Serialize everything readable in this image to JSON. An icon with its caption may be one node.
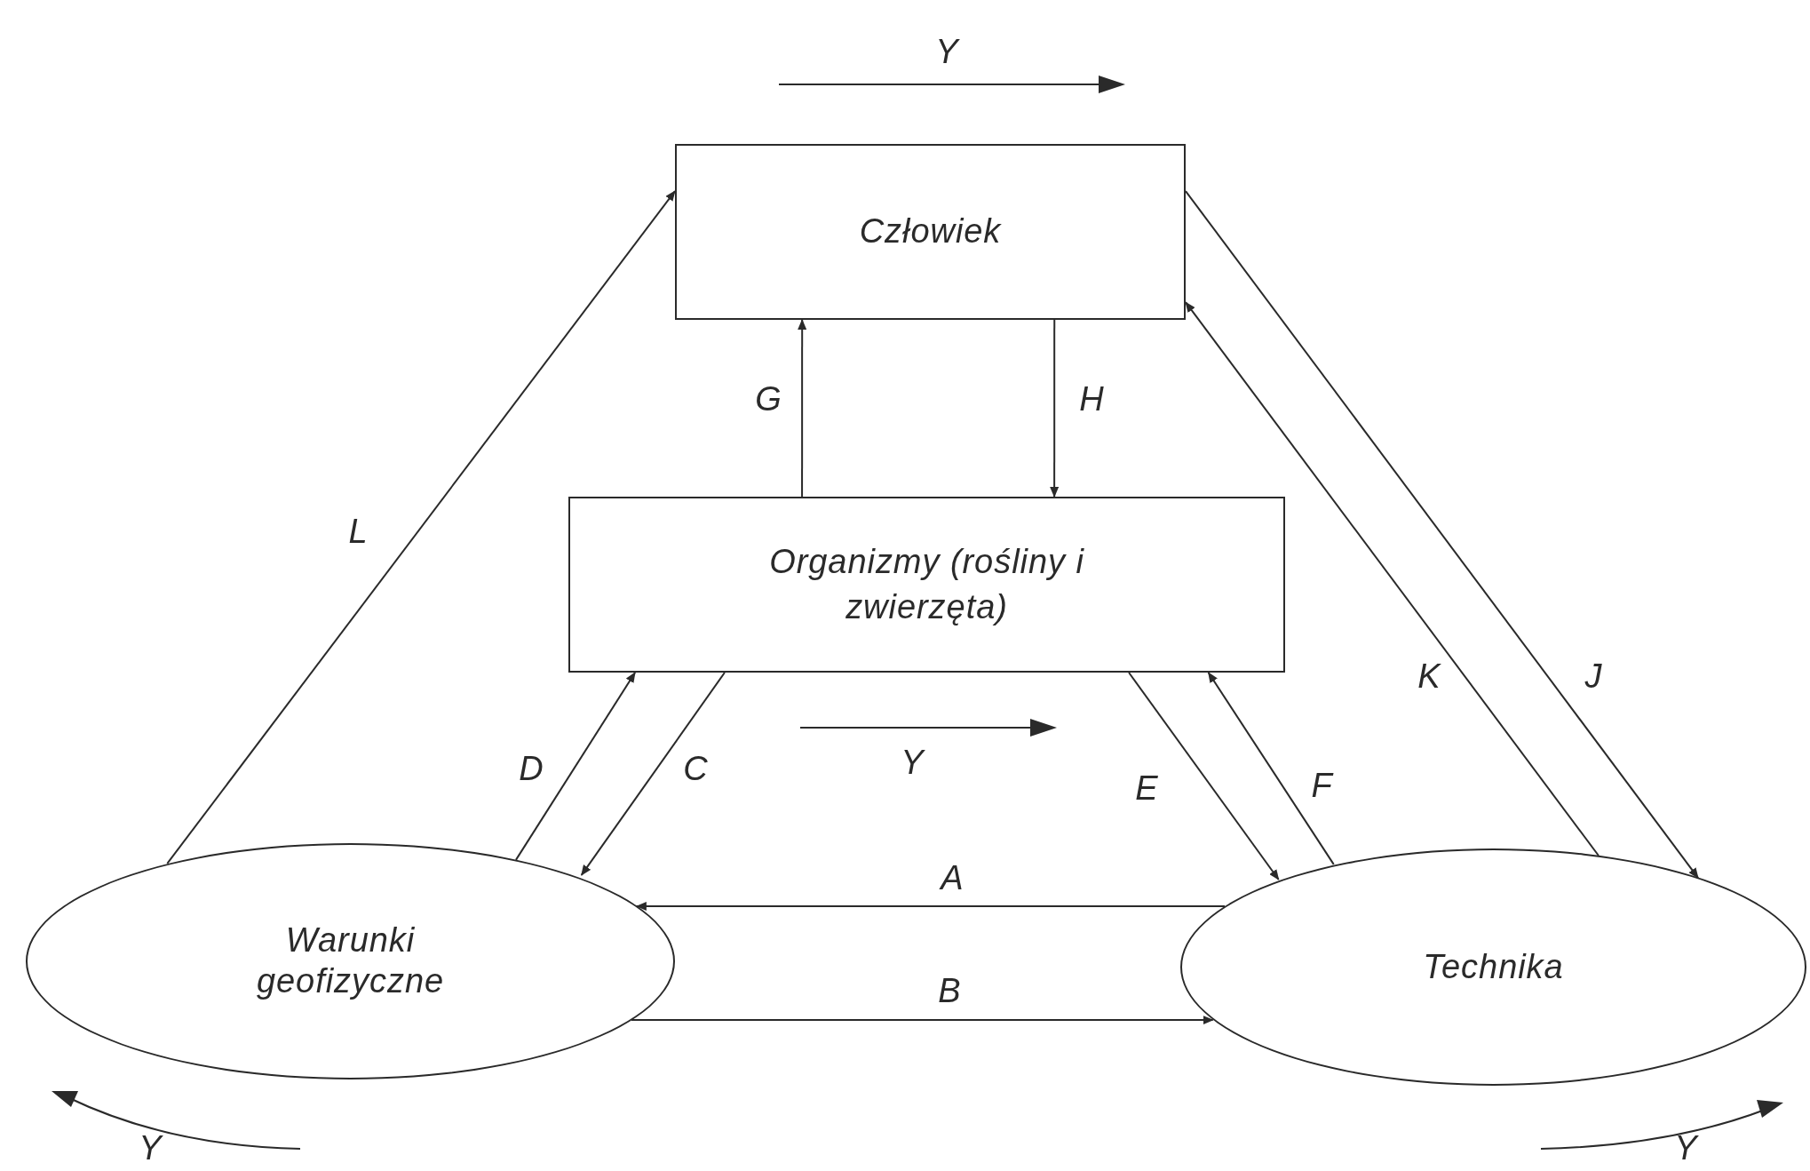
{
  "diagram": {
    "nodes": [
      {
        "text": [
          "Człowiek"
        ]
      },
      {
        "text": [
          "Organizmy (rośliny i zwierzęta)"
        ]
      },
      {
        "text": [
          "Warunki geofizyczne"
        ]
      },
      {
        "text": [
          "Technika"
        ]
      }
    ],
    "edges": [
      {
        "from": 3,
        "to": 2,
        "arrow": "to",
        "label": "A"
      },
      {
        "from": 2,
        "to": 3,
        "arrow": "to",
        "label": "B"
      },
      {
        "from": 1,
        "to": 2,
        "arrow": "to",
        "label": "C"
      },
      {
        "from": 2,
        "to": 1,
        "arrow": "to",
        "label": "D"
      },
      {
        "from": 1,
        "to": 3,
        "arrow": "to",
        "label": "E"
      },
      {
        "from": 3,
        "to": 1,
        "arrow": "to",
        "label": "F"
      },
      {
        "from": 1,
        "to": 0,
        "arrow": "to",
        "label": "G"
      },
      {
        "from": 0,
        "to": 1,
        "arrow": "to",
        "label": "H"
      },
      {
        "from": 0,
        "to": 3,
        "arrow": "to",
        "label": "J"
      },
      {
        "from": 3,
        "to": 0,
        "arrow": "to",
        "label": "K"
      },
      {
        "from": 2,
        "to": 0,
        "arrow": "to",
        "label": "L"
      }
    ],
    "labels": [
      "Y",
      "Y",
      "Y",
      "Y"
    ]
  }
}
